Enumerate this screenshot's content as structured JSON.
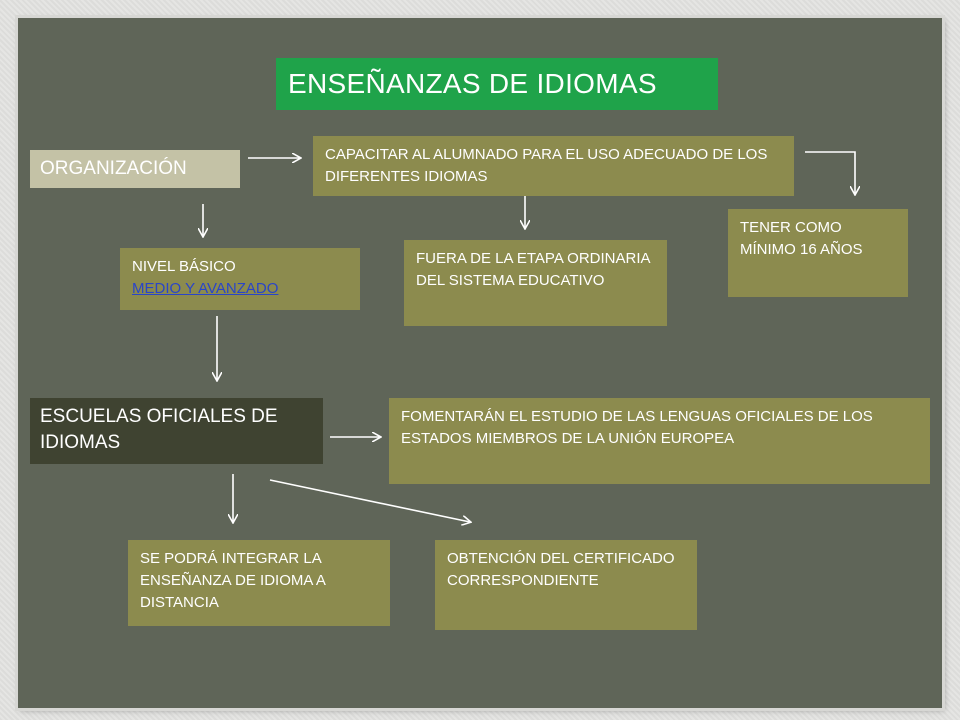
{
  "title": "ENSEÑANZAS DE IDIOMAS",
  "nodes": {
    "organizacion": "ORGANIZACIÓN",
    "capacitar": "CAPACITAR AL ALUMNADO PARA EL USO ADECUADO DE LOS DIFERENTES IDIOMAS",
    "fuera": "FUERA DE LA ETAPA ORDINARIA DEL SISTEMA EDUCATIVO",
    "tener": "TENER COMO MÍNIMO 16 AÑOS",
    "nivel_line1": "NIVEL BÁSICO",
    "nivel_link": "MEDIO Y AVANZADO",
    "escuelas": "ESCUELAS OFICIALES DE IDIOMAS",
    "fomentaran": "FOMENTARÁN EL ESTUDIO DE LAS LENGUAS OFICIALES DE LOS ESTADOS MIEMBROS DE LA UNIÓN EUROPEA",
    "podra": "SE PODRÁ INTEGRAR LA ENSEÑANZA DE IDIOMA A DISTANCIA",
    "obtencion": "OBTENCIÓN DEL CERTIFICADO CORRESPONDIENTE"
  },
  "colors": {
    "background": "#5f6558",
    "title_box": "#1fa34a",
    "olive_box": "#8c8b4e",
    "organizacion_box": "#c4c2a6",
    "escuelas_box": "#3f4331",
    "link": "#2a45c8",
    "arrow": "#ffffff"
  }
}
